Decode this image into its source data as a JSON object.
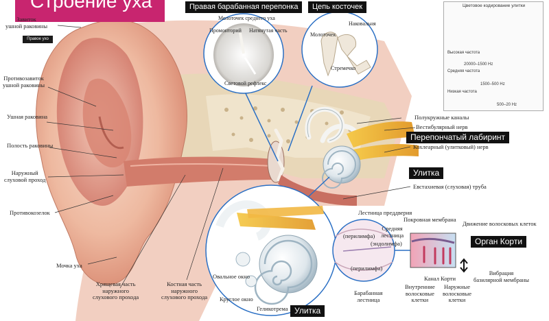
{
  "title": "Строение уха",
  "view_tag": "Правое ухо",
  "inset_titles": {
    "eardrum": "Правая барабанная перепонка",
    "ossicles": "Цепь косточек"
  },
  "eardrum_labels": {
    "malleus_handle": "Молоточек среднего уха",
    "promontory": "Промонторий",
    "pars_tensa": "Натянутая часть",
    "light_reflex": "Световой рефлекс"
  },
  "ossicle_labels": {
    "malleus": "Молоточек",
    "incus": "Наковальня",
    "stapes": "Стремечко"
  },
  "legend": {
    "title": "Цветовое кодирование улитки",
    "items": [
      {
        "label": "Высокая частота",
        "range": "20000–1500 Hz",
        "color": "#3a5fd0"
      },
      {
        "label": "Средняя частота",
        "range": "1500–500 Hz",
        "color": "#e5b92c"
      },
      {
        "label": "Низкая частота",
        "range": "500–20 Hz",
        "color": "#d94a3a"
      }
    ]
  },
  "left_labels": {
    "helix": "Завиток\nушной раковины",
    "antihelix": "Противозавиток\nушной раковины",
    "concha": "Ушная раковина",
    "concha_cavity": "Полость раковины",
    "ext_canal": "Наружный\nслуховой проход",
    "antitragus": "Противокозелок",
    "lobule": "Мочка уха"
  },
  "bottom_labels": {
    "cartilage_canal": "Хрящевая часть\nнаружного\nслухового прохода",
    "bony_canal": "Костная часть\nнаружного\nслухового прохода"
  },
  "right_labels": {
    "semicircular": "Полукружные каналы",
    "vestibular_nerve": "Вестибулярный нерв",
    "membranous_labyrinth": "Перепончатый лабиринт",
    "cochlear_nerve": "Кохлеарный (улитковый) нерв",
    "cochlea": "Улитка",
    "eustachian": "Евстахиевая (слуховая) труба"
  },
  "cochlea_inset_labels": {
    "oval_window": "Овальное окно",
    "round_window": "Круглое окно",
    "helicotrema": "Геликотрема",
    "title": "Улитка"
  },
  "cross_section_labels": {
    "scala_vestibuli": "Лестница преддверия",
    "perilymph_top": "(перилимфа)",
    "scala_media": "Средняя\nлестница",
    "endolymph": "(эндолимфа)",
    "perilymph_bottom": "(перилимфа)",
    "scala_tympani": "Барабанная\nлестница"
  },
  "corti_labels": {
    "tectorial": "Покровная мембрана",
    "hair_movement": "Движение волосковых клеток",
    "organ_title": "Орган Корти",
    "inner_hair": "Внутренние\nволосковые\nклетки",
    "corti_canal": "Канал Корти",
    "outer_hair": "Наружные\nволосковые\nклетки",
    "basilar_vibration": "Вибрация\nбазилярной мембраны"
  }
}
